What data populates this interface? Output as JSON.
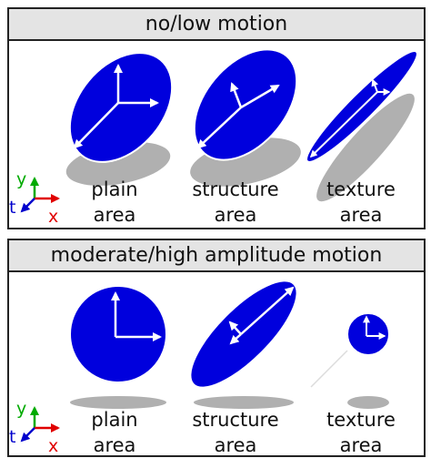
{
  "panels": [
    {
      "title": "no/low motion",
      "labels": [
        {
          "line1": "plain",
          "line2": "area"
        },
        {
          "line1": "structure",
          "line2": "area"
        },
        {
          "line1": "texture",
          "line2": "area"
        }
      ]
    },
    {
      "title": "moderate/high amplitude motion",
      "labels": [
        {
          "line1": "plain",
          "line2": "area"
        },
        {
          "line1": "structure",
          "line2": "area"
        },
        {
          "line1": "texture",
          "line2": "area"
        }
      ]
    }
  ],
  "axes": {
    "y": "y",
    "t": "t",
    "x": "x"
  },
  "colors": {
    "ellipse": "#0000dd",
    "shadow": "#b0b0b0",
    "arrow": "#ffffff",
    "axis_y": "#00aa00",
    "axis_x": "#e00000",
    "axis_t": "#0000cc"
  }
}
